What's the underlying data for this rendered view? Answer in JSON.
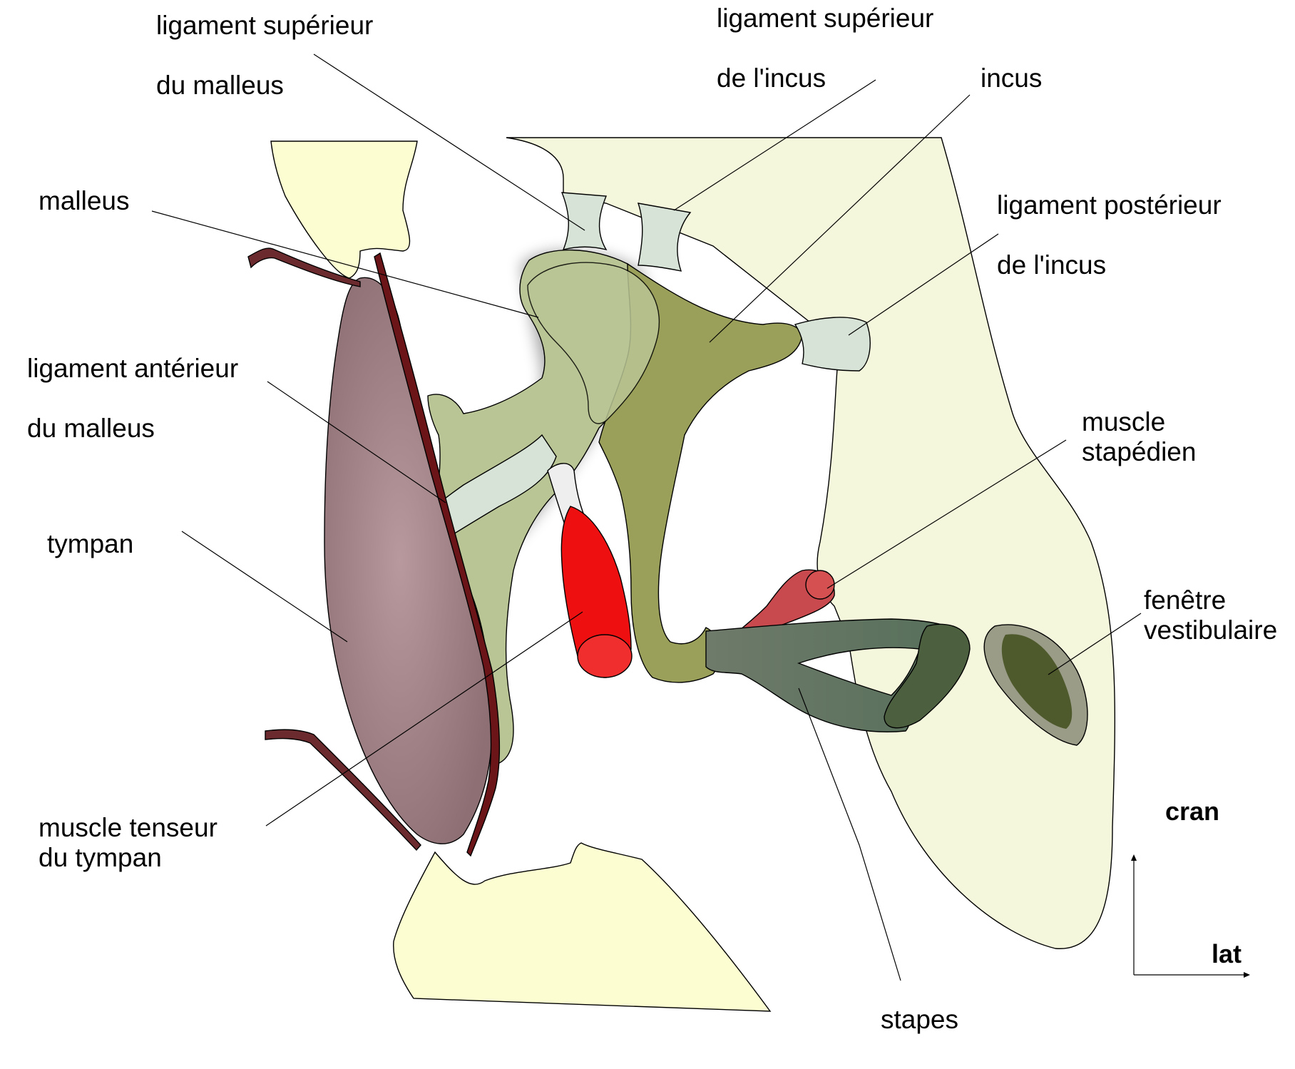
{
  "labels": {
    "lig_sup_malleus_1": "ligament supérieur",
    "lig_sup_malleus_2": "du malleus",
    "lig_sup_incus_1": "ligament supérieur",
    "lig_sup_incus_2": "de l'incus",
    "incus": "incus",
    "malleus": "malleus",
    "lig_post_incus_1": "ligament postérieur",
    "lig_post_incus_2": "de l'incus",
    "lig_ant_malleus_1": "ligament antérieur",
    "lig_ant_malleus_2": "du malleus",
    "muscle_stapedien_1": "muscle",
    "muscle_stapedien_2": "stapédien",
    "tympan": "tympan",
    "fenetre_1": "fenêtre",
    "fenetre_2": "vestibulaire",
    "tenseur_1": "muscle tenseur",
    "tenseur_2": "du tympan",
    "stapes": "stapes"
  },
  "axes": {
    "cran": "cran",
    "lat": "lat"
  },
  "colors": {
    "bone_cream": "#fcfdd0",
    "cranial_wall": "#f5f7dc",
    "malleus": "#b9c594",
    "incus": "#9aa05a",
    "ligament": "#d6e3d6",
    "tympan": "#a68489",
    "tympan_rim": "#6b1518",
    "muscle_red": "#ee1010",
    "stapedius": "#c84a4e",
    "stapes": "#5c6e5c",
    "footplate": "#4c6040"
  }
}
